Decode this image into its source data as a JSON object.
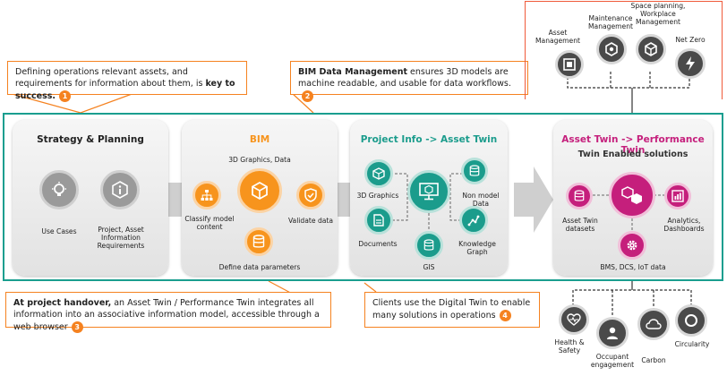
{
  "callouts": {
    "c1": {
      "text_a": "Defining operations relevant assets, and requirements for information about them, is ",
      "text_b": "key to success.",
      "num": "1"
    },
    "c2": {
      "text_a": "BIM Data Management",
      "text_b": " ensures 3D models are machine readable, and usable for data workflows.",
      "num": "2"
    },
    "c3": {
      "text_a": "At project handover,",
      "text_b": " an Asset Twin / Performance Twin integrates all information into an associative information model, accessible through a web browser",
      "num": "3"
    },
    "c4": {
      "text_a": "Clients use the Digital Twin to enable many solutions in operations",
      "num": "4"
    }
  },
  "panels": {
    "strategy": {
      "title": "Strategy & Planning",
      "use_cases": "Use Cases",
      "requirements": "Project, Asset Information Requirements"
    },
    "bim": {
      "title": "BIM",
      "graphics": "3D Graphics, Data",
      "classify": "Classify model content",
      "validate": "Validate data",
      "define": "Define data parameters"
    },
    "project": {
      "title": "Project Info -> Asset Twin",
      "graphics": "3D Graphics",
      "nonmodel": "Non model Data",
      "documents": "Documents",
      "knowledge": "Knowledge Graph",
      "gis": "GIS"
    },
    "performance": {
      "title": "Asset Twin -> Performance Twin",
      "subtitle": "Twin Enabled solutions",
      "datasets": "Asset Twin datasets",
      "analytics": "Analytics, Dashboards",
      "bms": "BMS, DCS, IoT  data"
    }
  },
  "top_solutions": [
    {
      "label": "Asset Management",
      "icon": "asset-icon"
    },
    {
      "label": "Maintenance Management",
      "icon": "maintenance-icon"
    },
    {
      "label": "Space planning, Workplace Management",
      "icon": "space-icon"
    },
    {
      "label": "Net Zero",
      "icon": "lightning-icon"
    }
  ],
  "bottom_solutions": [
    {
      "label": "Health & Safety",
      "icon": "heart-pulse-icon"
    },
    {
      "label": "Occupant engagement",
      "icon": "person-icon"
    },
    {
      "label": "Carbon",
      "icon": "cloud-icon"
    },
    {
      "label": "Circularity",
      "icon": "circle-icon"
    }
  ],
  "colors": {
    "orange": "#f7941d",
    "teal": "#1b9c8c",
    "magenta": "#c51f7c",
    "frame": "#1a9e8f",
    "callout_border": "#f58220",
    "top_border": "#f05a3a"
  }
}
